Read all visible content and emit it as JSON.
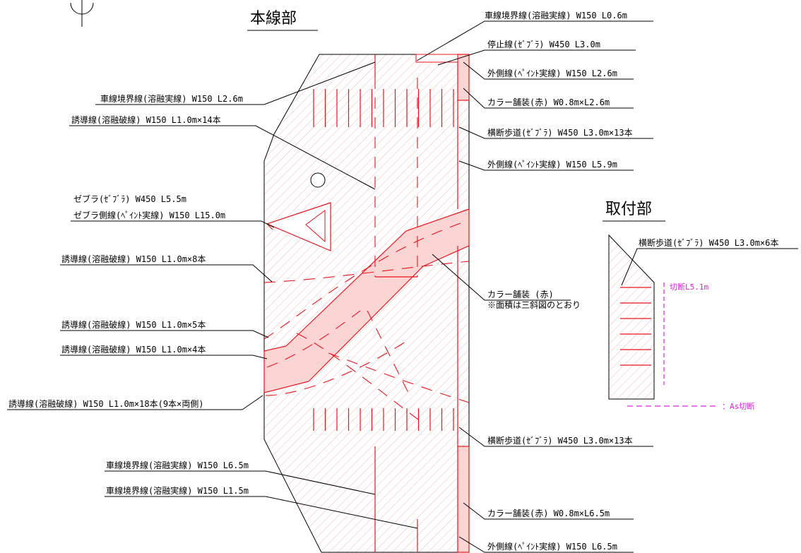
{
  "titles": {
    "main": "本線部",
    "attach": "取付部"
  },
  "labels": {
    "l01": "車線境界線(溶融実線) W150 L0.6m",
    "l02": "停止線(ｾﾞﾌﾞﾗ) W450 L3.0m",
    "l03": "外側線(ﾍﾟｲﾝﾄ実線) W150 L2.6m",
    "l04": "カラー舗装(赤) W0.8m×L2.6m",
    "l05": "横断歩道(ｾﾞﾌﾞﾗ) W450 L3.0m×13本",
    "l06": "外側線(ﾍﾟｲﾝﾄ実線) W150 L5.9m",
    "l07": "車線境界線(溶融実線) W150 L2.6m",
    "l08": "誘導線(溶融破線) W150 L1.0m×14本",
    "l09": "ゼブラ(ｾﾞﾌﾞﾗ) W450 L5.5m",
    "l10": "ゼブラ側線(ﾍﾟｲﾝﾄ実線) W150 L15.0m",
    "l11": "誘導線(溶融破線) W150 L1.0m×8本",
    "l12": "カラー舗装 (赤)",
    "l13": "※面積は三斜図のとおり",
    "l14": "誘導線(溶融破線) W150 L1.0m×5本",
    "l15": "誘導線(溶融破線) W150 L1.0m×4本",
    "l16": "誘導線(溶融破線) W150 L1.0m×18本(9本×両側)",
    "l17": "横断歩道(ｾﾞﾌﾞﾗ) W450 L3.0m×13本",
    "l18": "車線境界線(溶融実線) W150 L6.5m",
    "l19": "車線境界線(溶融実線) W150 L1.5m",
    "l20": "カラー舗装(赤) W0.8m×L6.5m",
    "l21": "外側線(ﾍﾟｲﾝﾄ実線) W150 L6.5m",
    "a01": "横断歩道(ｾﾞﾌﾞﾗ) W450 L3.0m×6本",
    "a02": "切断L5.1m",
    "a03": "：As切断"
  },
  "colors": {
    "line": "#000000",
    "marking_red": "#e8141c",
    "color_pavement": "#fbd4d4",
    "cut": "#e020e0"
  }
}
